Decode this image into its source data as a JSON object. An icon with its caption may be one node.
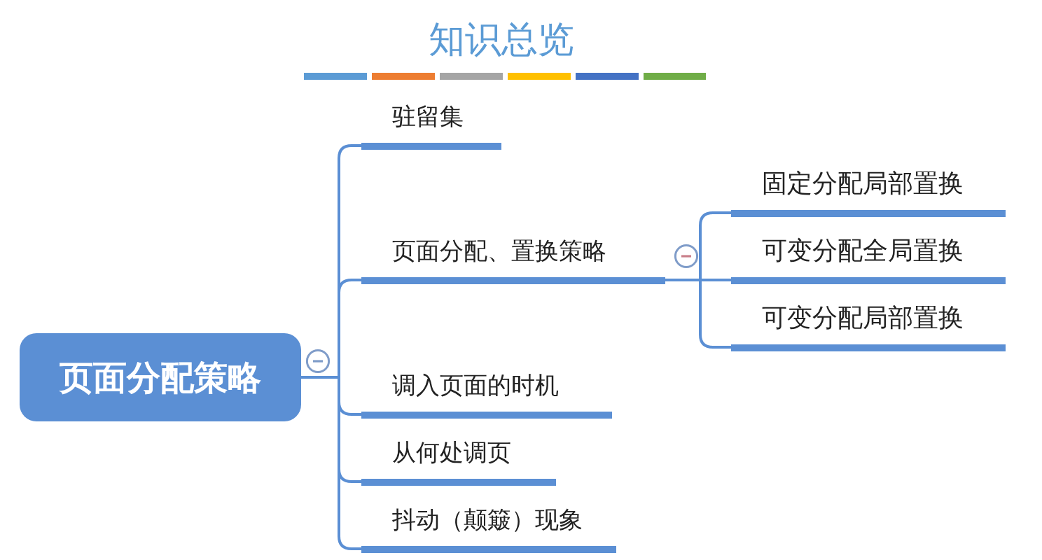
{
  "diagram": {
    "title": "知识总览",
    "nodes": [
      {
        "text": [
          "页面分配策略"
        ]
      },
      {
        "text": [
          "驻留集"
        ]
      },
      {
        "text": [
          "页面分配、置换策略"
        ]
      },
      {
        "text": [
          "固定分配局部置换"
        ]
      },
      {
        "text": [
          "可变分配全局置换"
        ]
      },
      {
        "text": [
          "可变分配局部置换"
        ]
      },
      {
        "text": [
          "调入页面的时机"
        ]
      },
      {
        "text": [
          "从何处调页"
        ]
      },
      {
        "text": [
          "抖动（颠簸）现象"
        ]
      }
    ],
    "edges": [
      {
        "from": 0,
        "to": 1,
        "arrow": "none"
      },
      {
        "from": 0,
        "to": 2,
        "arrow": "none"
      },
      {
        "from": 2,
        "to": 3,
        "arrow": "none"
      },
      {
        "from": 2,
        "to": 4,
        "arrow": "none"
      },
      {
        "from": 2,
        "to": 5,
        "arrow": "none"
      },
      {
        "from": 0,
        "to": 6,
        "arrow": "none"
      },
      {
        "from": 0,
        "to": 7,
        "arrow": "none"
      },
      {
        "from": 0,
        "to": 8,
        "arrow": "none"
      }
    ]
  }
}
